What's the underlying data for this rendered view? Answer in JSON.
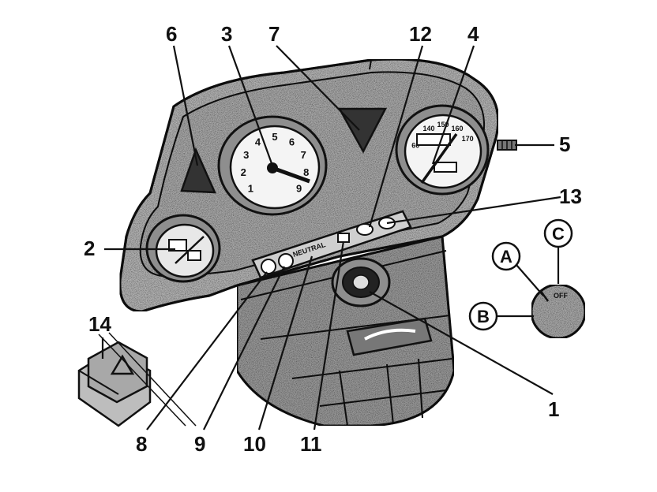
{
  "callouts": [
    {
      "id": "c1",
      "label": "1"
    },
    {
      "id": "c2",
      "label": "2"
    },
    {
      "id": "c3",
      "label": "3"
    },
    {
      "id": "c4",
      "label": "4"
    },
    {
      "id": "c5",
      "label": "5"
    },
    {
      "id": "c6",
      "label": "6"
    },
    {
      "id": "c7",
      "label": "7"
    },
    {
      "id": "c8",
      "label": "8"
    },
    {
      "id": "c9",
      "label": "9"
    },
    {
      "id": "c10",
      "label": "10"
    },
    {
      "id": "c11",
      "label": "11"
    },
    {
      "id": "c12",
      "label": "12"
    },
    {
      "id": "c13",
      "label": "13"
    },
    {
      "id": "c14",
      "label": "14"
    }
  ],
  "ignition_callouts": {
    "a": "A",
    "b": "B",
    "c": "C"
  },
  "tachometer_numerals": [
    "1",
    "2",
    "3",
    "4",
    "5",
    "6",
    "7",
    "8",
    "9"
  ],
  "speedometer_numerals": [
    "60",
    "140",
    "150",
    "160",
    "170"
  ],
  "warning_strip": {
    "neutral_label": "NEUTRAL"
  },
  "ignition_detail": {
    "off_label": "OFF"
  },
  "colors": {
    "ink": "#111111",
    "housing": "#b4b4b4",
    "housing_dark": "#8e8e8e",
    "dial_face": "#f4f4f4",
    "paper": "#ffffff"
  }
}
